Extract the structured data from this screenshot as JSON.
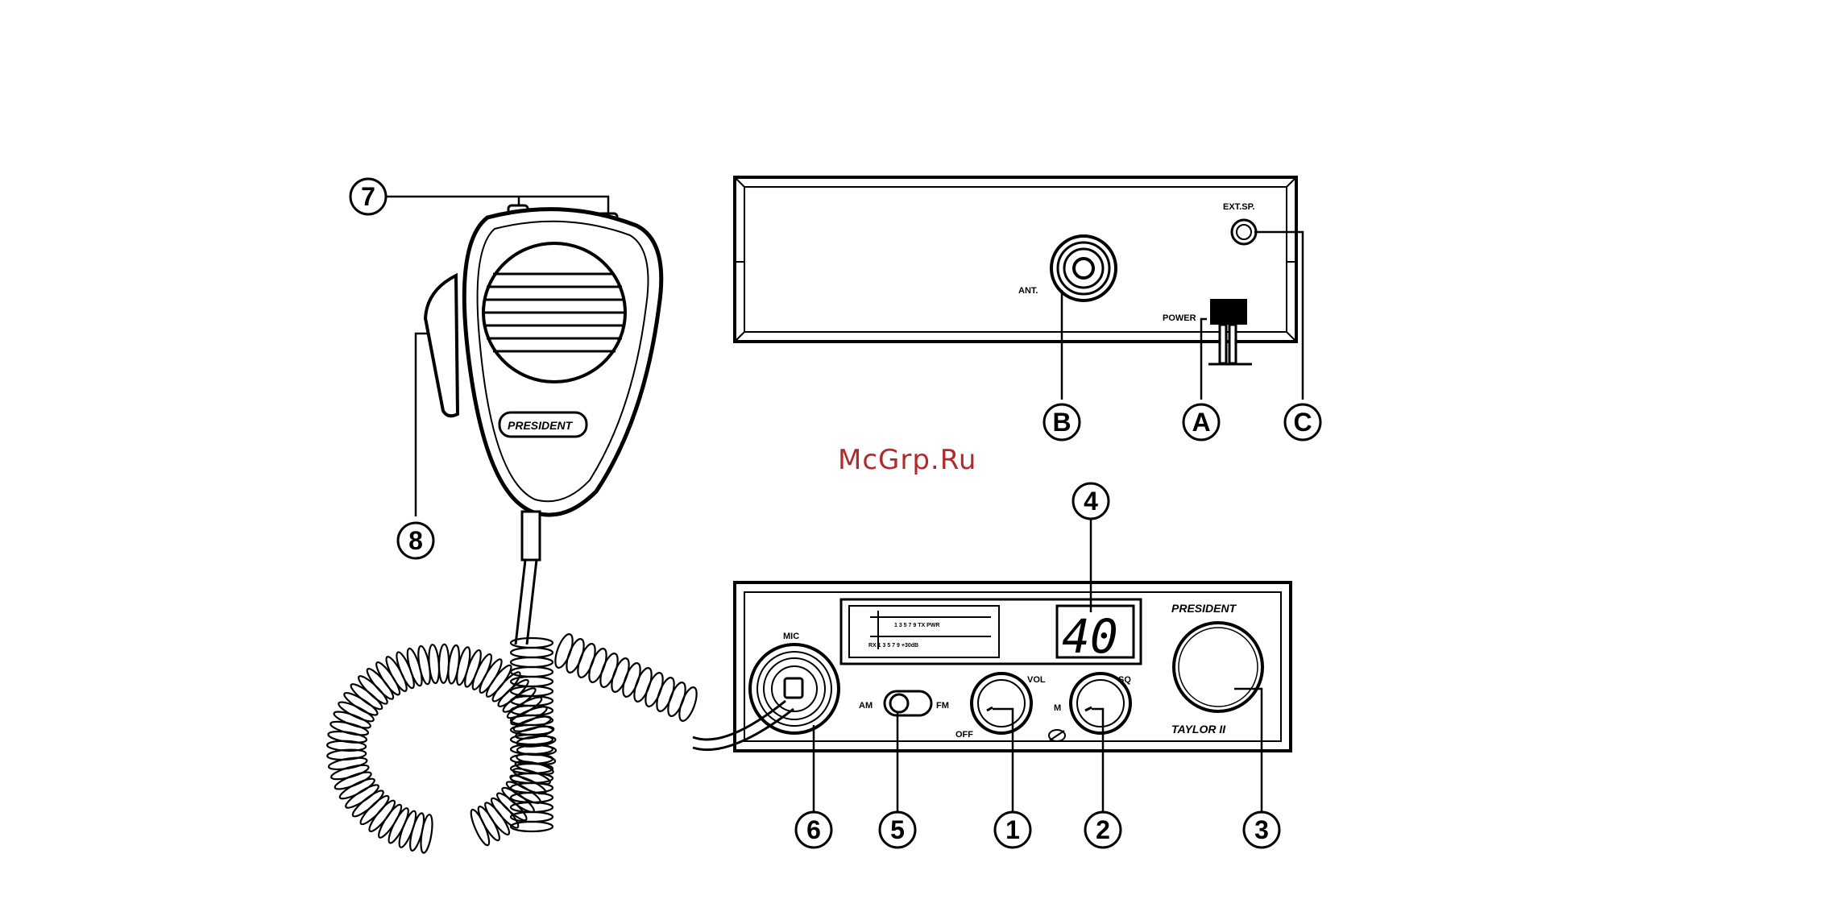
{
  "watermark": "McGrp.Ru",
  "rear_panel": {
    "ant_label": "ANT.",
    "ext_sp_label": "EXT.SP.",
    "power_label": "POWER"
  },
  "front_panel": {
    "mic_label": "MIC",
    "am_label": "AM",
    "fm_label": "FM",
    "vol_label": "VOL",
    "off_label": "OFF",
    "sq_label": "SQ",
    "m_label": "M",
    "brand": "PRESIDENT",
    "model": "TAYLOR II",
    "channel_display": "40",
    "meter_top": "1  3 5 7 9 TX PWR",
    "meter_bottom": "RX 1  3  5  7 9  +30dB"
  },
  "microphone": {
    "brand": "PRESIDENT"
  },
  "callouts": [
    "1",
    "2",
    "3",
    "4",
    "5",
    "6",
    "7",
    "8",
    "A",
    "B",
    "C"
  ]
}
